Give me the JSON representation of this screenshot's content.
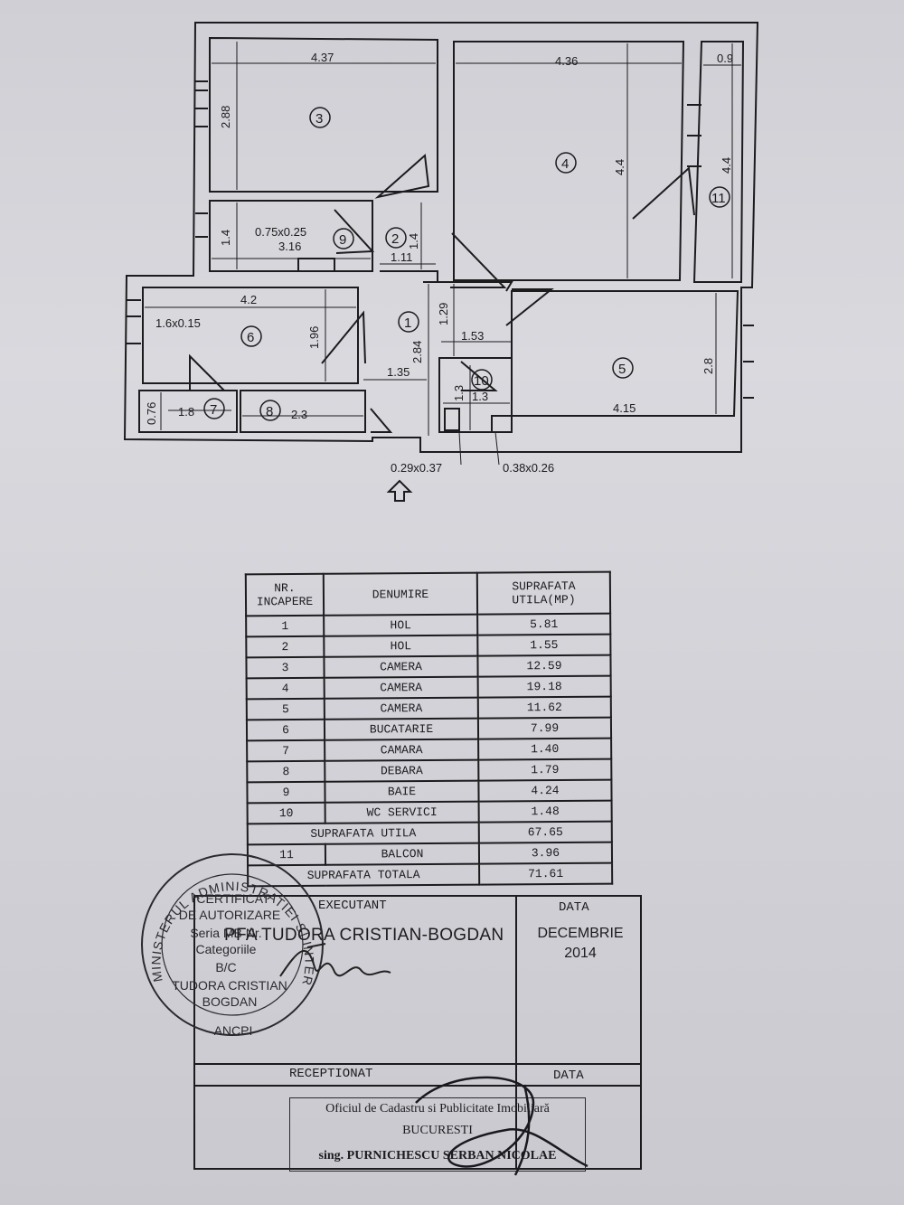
{
  "plan": {
    "dims": {
      "r3_w": "4.37",
      "r3_h": "2.88",
      "r4_w": "4.36",
      "r4_h": "4.4",
      "r11_w": "0.9",
      "r11_h": "4.4",
      "r9_a": "1.4",
      "r9_b": "0.75x0.25",
      "r9_c": "3.16",
      "r2_w": "1.11",
      "r2_h": "1.4",
      "r6_w": "4.2",
      "r6_win": "1.6x0.15",
      "r6_h": "1.96",
      "r1_h": "2.84",
      "r1_w": "1.35",
      "r5_h": "1.29",
      "r5_a": "1.53",
      "r5_w": "4.15",
      "r5_d": "2.8",
      "r10_a": "1.3",
      "r10_b": "1.3",
      "r7_a": "0.76",
      "r7_b": "1.8",
      "r8_a": "2.3",
      "shaft_a": "0.29x0.37",
      "shaft_b": "0.38x0.26"
    },
    "room_numbers": {
      "n1": "1",
      "n2": "2",
      "n3": "3",
      "n4": "4",
      "n5": "5",
      "n6": "6",
      "n7": "7",
      "n8": "8",
      "n9": "9",
      "n10": "10",
      "n11": "11"
    },
    "entrance_icon": "up-arrow-icon"
  },
  "table": {
    "header": {
      "nr": "NR.",
      "incapere": "INCAPERE",
      "denumire": "DENUMIRE",
      "suprafata": "SUPRAFATA",
      "utila": "UTILA(MP)"
    },
    "rows": [
      {
        "nr": "1",
        "name": "HOL",
        "area": "5.81"
      },
      {
        "nr": "2",
        "name": "HOL",
        "area": "1.55"
      },
      {
        "nr": "3",
        "name": "CAMERA",
        "area": "12.59"
      },
      {
        "nr": "4",
        "name": "CAMERA",
        "area": "19.18"
      },
      {
        "nr": "5",
        "name": "CAMERA",
        "area": "11.62"
      },
      {
        "nr": "6",
        "name": "BUCATARIE",
        "area": "7.99"
      },
      {
        "nr": "7",
        "name": "CAMARA",
        "area": "1.40"
      },
      {
        "nr": "8",
        "name": "DEBARA",
        "area": "1.79"
      },
      {
        "nr": "9",
        "name": "BAIE",
        "area": "4.24"
      },
      {
        "nr": "10",
        "name": "WC SERVICI",
        "area": "1.48"
      }
    ],
    "util_label": "SUPRAFATA UTILA",
    "util_value": "67.65",
    "balcon": {
      "nr": "11",
      "name": "BALCON",
      "area": "3.96"
    },
    "total_label": "SUPRAFATA TOTALA",
    "total_value": "71.61"
  },
  "executant": {
    "label": "EXECUTANT",
    "name": "PFA TUDORA CRISTIAN-BOGDAN",
    "date_label": "DATA",
    "date_line1": "DECEMBRIE",
    "date_line2": "2014",
    "receptionat_label": "RECEPTIONAT",
    "data2_label": "DATA",
    "office_line1": "Oficiul de Cadastru si Publicitate Imobiliară",
    "office_line2": "BUCURESTI",
    "office_line3": "sing. PURNICHESCU SERBAN NICOLAE"
  },
  "seal": {
    "ring": "MINISTERUL ADMINISTRATIEI SI INTERNELOR",
    "l1": "CERTIFICAT",
    "l2": "DE AUTORIZARE",
    "l3": "Seria MB Nr.",
    "l4": "Categoriile",
    "l5": "B/C",
    "l6": "TUDORA CRISTIAN",
    "l7": "BOGDAN",
    "l8": "ANCPI"
  }
}
